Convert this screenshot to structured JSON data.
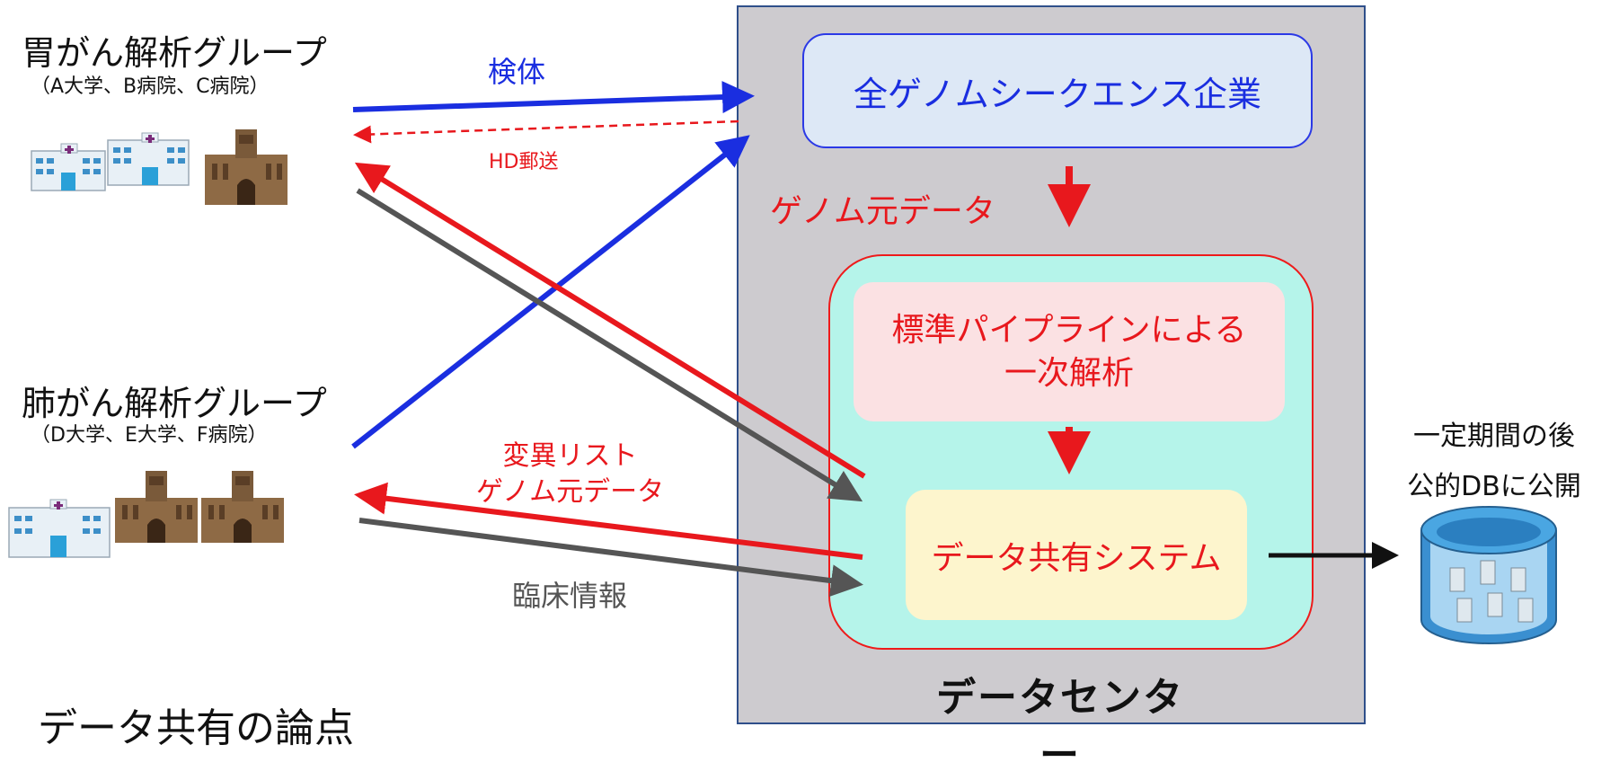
{
  "groups": {
    "stomach": {
      "title": "胃がん解析グループ",
      "members": "（A大学、B病院、C病院）"
    },
    "lung": {
      "title": "肺がん解析グループ",
      "members": "（D大学、E大学、F病院）"
    }
  },
  "flow_labels": {
    "specimen": "検体",
    "hd_mail": "HD郵送",
    "genome_raw": "ゲノム元データ",
    "variant_list_line1": "変異リスト",
    "variant_list_line2": "ゲノム元データ",
    "clinical_info": "臨床情報"
  },
  "data_center": {
    "label": "データセンター",
    "wgs_company": "全ゲノムシークエンス企業",
    "pipeline_line1": "標準パイプラインによる",
    "pipeline_line2": "一次解析",
    "sharing_system": "データ共有システム"
  },
  "public_db": {
    "line1": "一定期間の後",
    "line2": "公的DBに公開",
    "icon": "database-icon"
  },
  "bottom_heading": "データ共有の論点",
  "colors": {
    "blue": "#1a2ee0",
    "red": "#e8181d",
    "gray_arrow": "#555555",
    "data_center_bg": "#cdcbcf",
    "teal_bg": "#b5f4ea"
  }
}
